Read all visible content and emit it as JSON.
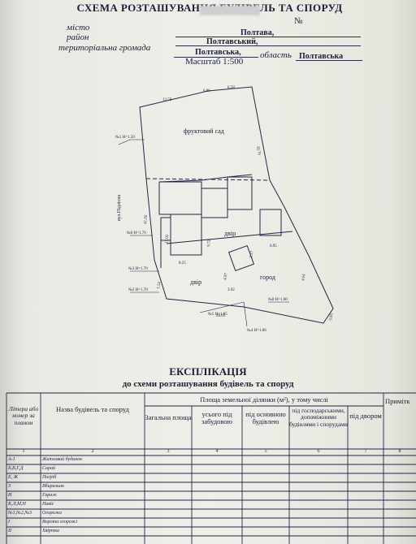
{
  "header": {
    "title": "СХЕМА РОЗТАШУВАННЯ БУДІВЕЛЬ ТА СПОРУД",
    "number_label": "№",
    "city_label": "місто",
    "city_value": "Полтава,",
    "district_label": "район",
    "district_value": "Полтавський,",
    "community_label": "територіальна громада",
    "community_value": "Полтавська,",
    "region_label": "область",
    "region_value": "Полтавська",
    "scale": "Масштаб 1:500"
  },
  "plan": {
    "areas": [
      "фруктовий сад",
      "двір",
      "двір",
      "город"
    ],
    "street": "вул.Підлісна",
    "dimensions": [
      "13.59",
      "6.86",
      "8.58",
      "32.70",
      "41.82",
      "11.02",
      "9.72",
      "8.25",
      "3.92",
      "28.65",
      "4.97",
      "2.17",
      "6.95",
      "3.85",
      "1.54",
      "4.61"
    ],
    "points": [
      "№1 Н=1.50",
      "№6 Н=1.70",
      "№3 Н=1.70",
      "№2 Н=1.70",
      "№5 Н=1.85",
      "№4 Н=1.66",
      "№8 Н=1.60"
    ]
  },
  "explication": {
    "title": "ЕКСПЛІКАЦІЯ",
    "subtitle": "до схеми розташування будівель та споруд",
    "col_letter": "Літера або номер за планом",
    "col_name": "Назва будівель та споруд",
    "col_area_group": "Площа земельної ділянки (м²), у тому числі",
    "col_total": "Загальна площа",
    "col_built": "усього під забудовою",
    "col_main": "під основною будівлею",
    "col_aux": "під господарськими, допоміжними будівлями і спорудами",
    "col_yard": "під двором",
    "col_notes": "Примітк",
    "col_numbers": [
      "1",
      "2",
      "3",
      "4",
      "5",
      "6",
      "7",
      "8"
    ],
    "rows": [
      {
        "letter": "А-1",
        "name": "Житловий будинок"
      },
      {
        "letter": "Б,В,Г,Д",
        "name": "Сарай"
      },
      {
        "letter": "Е, Ж",
        "name": "Погріб"
      },
      {
        "letter": "З",
        "name": "Вбиральня"
      },
      {
        "letter": "И",
        "name": "Гараж"
      },
      {
        "letter": "К,Л,М,Н",
        "name": "Навіс"
      },
      {
        "letter": "№1,№2,№3",
        "name": "Огорожа"
      },
      {
        "letter": "І",
        "name": "Ворота огорожі"
      },
      {
        "letter": "ІІ",
        "name": "Хвіртка"
      }
    ]
  }
}
